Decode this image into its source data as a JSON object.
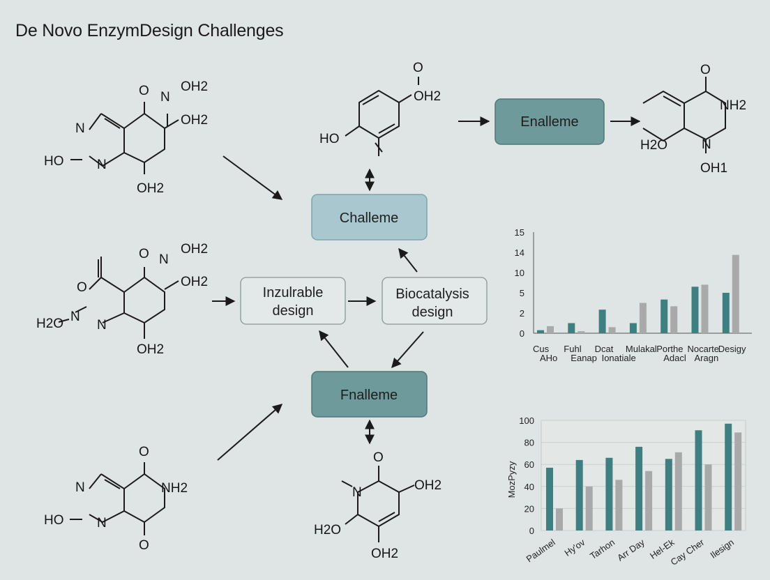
{
  "title": "De Novo EnzymDesign Challenges",
  "nodes": {
    "enalleme": "Enalleme",
    "challeme": "Challeme",
    "inzulrable": [
      "Inzulrable",
      "design"
    ],
    "biocatalysis": [
      "Biocatalysis",
      "design"
    ],
    "fnalleme": "Fnalleme"
  },
  "molecules": {
    "m1": [
      "O",
      "N",
      "OH2",
      "N",
      "OH2",
      "HO",
      "N",
      "OH2"
    ],
    "m2": [
      "O",
      "N",
      "OH2",
      "O",
      "OH2",
      "H2O",
      "N",
      "N",
      "OH2"
    ],
    "m3": [
      "O",
      "N",
      "NH2",
      "HO",
      "N",
      "O"
    ],
    "m4": [
      "O",
      "OH2",
      "HO"
    ],
    "m5": [
      "O",
      "NH2",
      "H2O",
      "N",
      "OH1"
    ],
    "m6": [
      "O",
      "N",
      "OH2",
      "H2O",
      "OH2"
    ]
  },
  "colors": {
    "teal_node": "#6f9a9b",
    "light_node": "#a9c7cf",
    "bar_teal": "#3f7f82",
    "bar_gray": "#a8aaaa"
  },
  "chart_data": [
    {
      "type": "bar",
      "categories": [
        "Cus AHo",
        "Fuhl Eanap",
        "Dcat Ionatiale",
        "Mulakal",
        "Porthe Adacl",
        "Nocarte Aragn",
        "Desigy"
      ],
      "series": [
        {
          "values": [
            0.3,
            1.0,
            2.5,
            1.0,
            4.0,
            6.5,
            5.0
          ]
        },
        {
          "values": [
            0.7,
            0.2,
            0.6,
            3.5,
            3.0,
            7.0,
            13.5
          ]
        }
      ],
      "ytick_labels": [
        "0",
        "2",
        "5",
        "10",
        "14",
        "15"
      ],
      "xlabel": "",
      "ylabel": ""
    },
    {
      "type": "bar",
      "categories": [
        "Paulmel",
        "Hy'ov",
        "Tarhon",
        "Arr Day",
        "Hel-Ek",
        "Cay Cher",
        "Ilesign"
      ],
      "series": [
        {
          "values": [
            57,
            64,
            66,
            76,
            65,
            91,
            97
          ]
        },
        {
          "values": [
            20,
            40,
            46,
            54,
            71,
            60,
            89
          ]
        }
      ],
      "ylim": [
        0,
        100
      ],
      "ytick_labels": [
        "0",
        "20",
        "40",
        "60",
        "80",
        "100"
      ],
      "xlabel": "",
      "ylabel": "MozPyzy"
    }
  ]
}
